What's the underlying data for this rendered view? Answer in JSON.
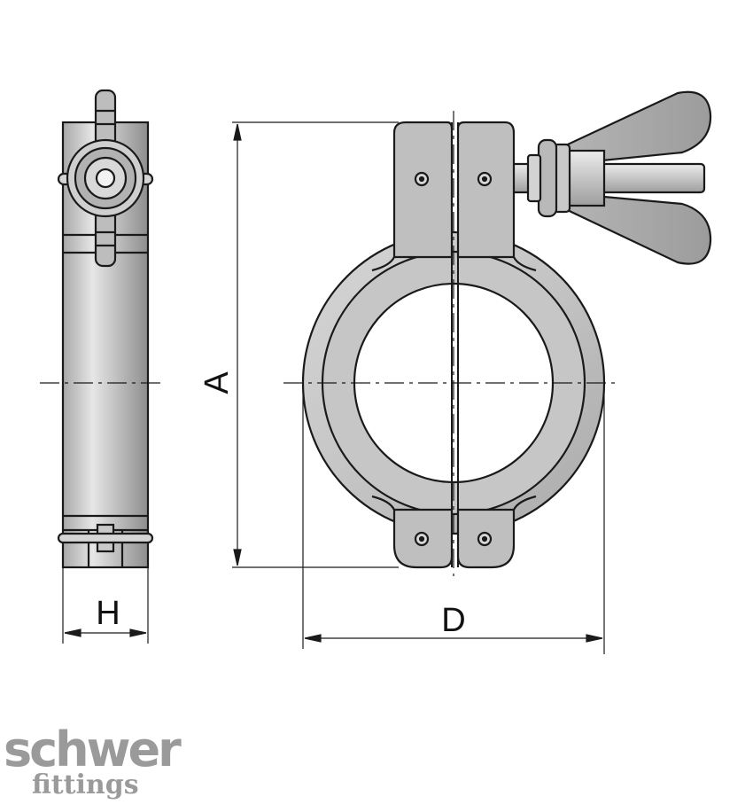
{
  "dimensions": {
    "A": "A",
    "H": "H",
    "D": "D"
  },
  "logo": {
    "main": "schwer",
    "sub": "fittings"
  },
  "colors": {
    "metal_light": "#e2e2e2",
    "metal_mid": "#bdbdbd",
    "metal_dark": "#8f8f8f",
    "outline": "#1a1a1a",
    "logo": "#9a9a9a"
  }
}
